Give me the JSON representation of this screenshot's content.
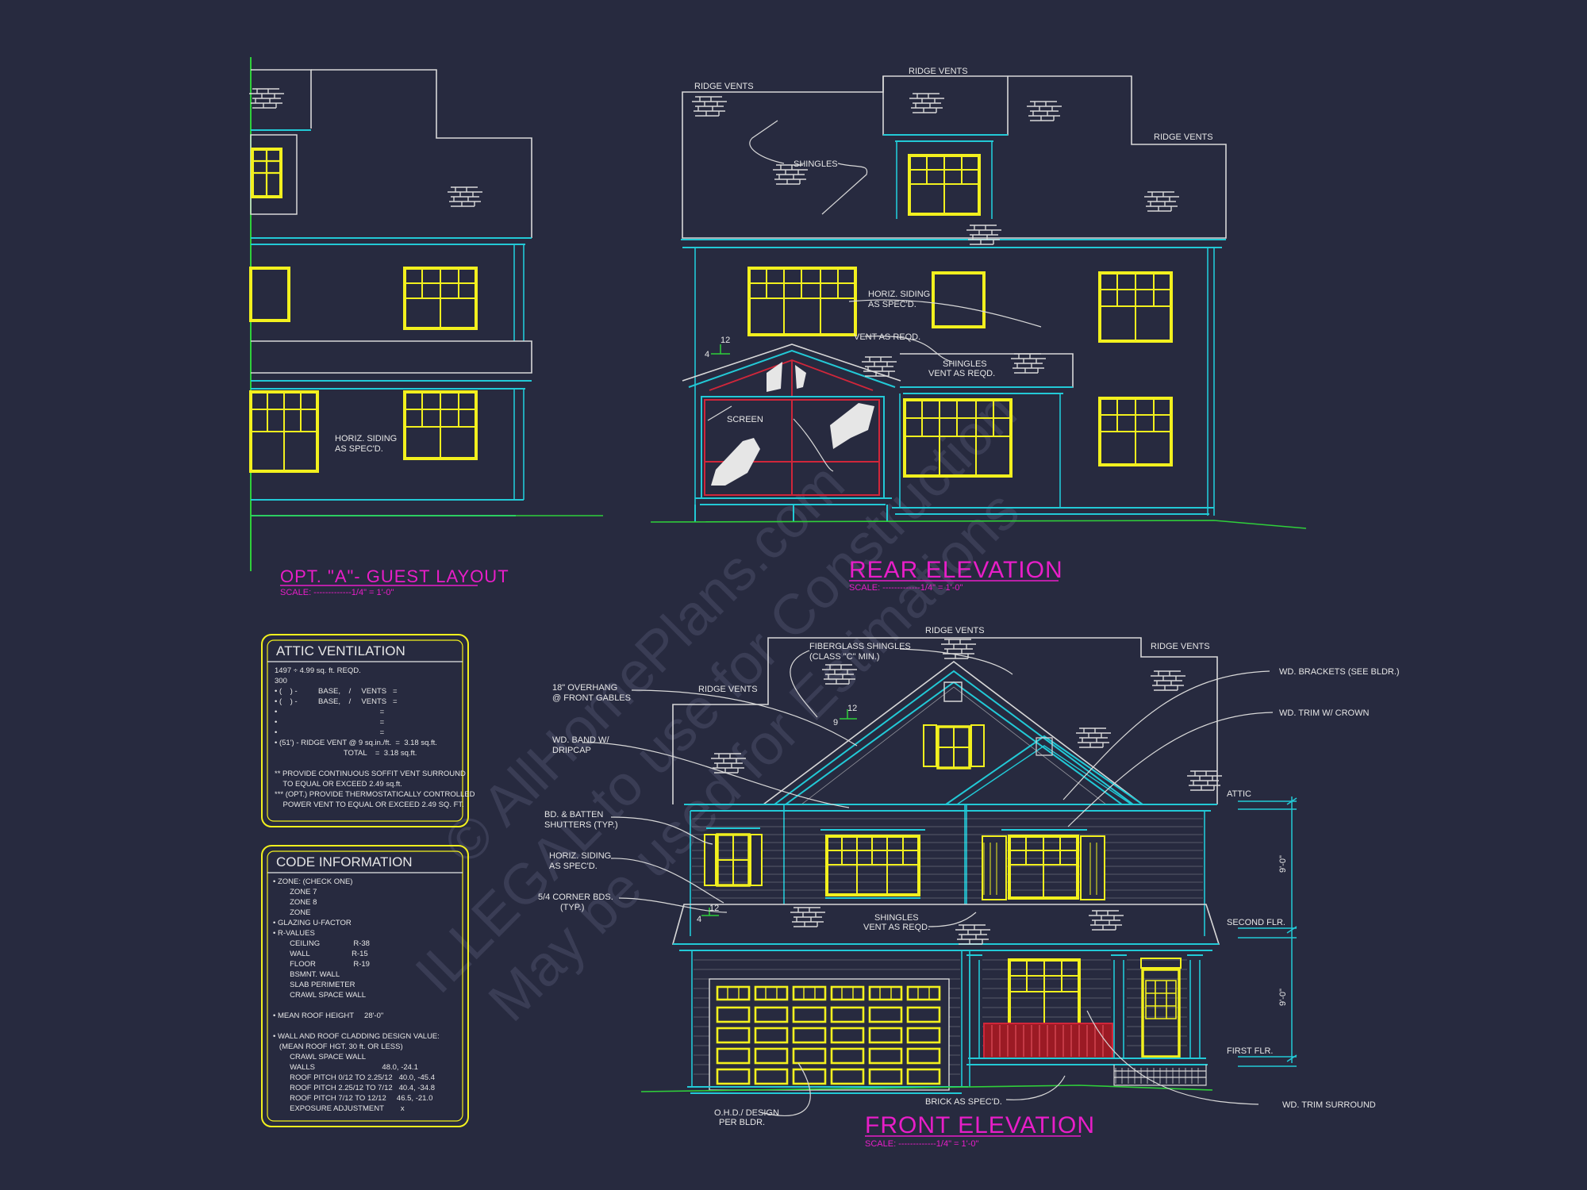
{
  "colors": {
    "background": "#272a3f",
    "outline": "#d8d8d8",
    "cyan": "#22c9d6",
    "window": "#f2f01e",
    "title": "#e81ec8",
    "screen": "#d0263a",
    "ground": "#2fcf3a",
    "watermark": "#3a3d55",
    "box_border": "#f2f01e"
  },
  "watermark": {
    "line1": "© AllHomePlans.com",
    "line2": "ILLEGAL to use for Construction",
    "line3": "May be used for Estimations"
  },
  "guest": {
    "title": "OPT. \"A\"- GUEST LAYOUT",
    "scale": "SCALE: -------------1/4\" = 1'-0\"",
    "notes": {
      "siding": [
        "HORIZ. SIDING",
        "AS SPEC'D."
      ]
    }
  },
  "rear": {
    "title": "REAR ELEVATION",
    "scale": "SCALE: -------------1/4\" = 1'-0\"",
    "notes": {
      "ridge1": "RIDGE VENTS",
      "ridge2": "RIDGE VENTS",
      "ridge3": "RIDGE VENTS",
      "shingles": "SHINGLES",
      "siding": [
        "HORIZ. SIDING",
        "AS SPEC'D."
      ],
      "vent": "VENT AS REQD.",
      "shingles_vent": [
        "SHINGLES",
        "VENT AS REQD."
      ],
      "screen": "SCREEN",
      "pitch_rise": "12",
      "pitch_run": "4"
    }
  },
  "front": {
    "title": "FRONT ELEVATION",
    "scale": "SCALE: -------------1/4\" = 1'-0\"",
    "notes": {
      "ridge_top": "RIDGE VENTS",
      "ridge_left": "RIDGE VENTS",
      "ridge_right": "RIDGE VENTS",
      "fiberglass": [
        "FIBERGLASS SHINGLES",
        "(CLASS \"C\" MIN.)"
      ],
      "overhang": [
        "18\" OVERHANG",
        "@ FRONT GABLES"
      ],
      "band": [
        "WD. BAND W/",
        "DRIPCAP"
      ],
      "shutters": [
        "BD. & BATTEN",
        "SHUTTERS (TYP.)"
      ],
      "siding": [
        "HORIZ. SIDING",
        "AS SPEC'D."
      ],
      "corner": [
        "5/4 CORNER BDS.",
        "(TYP.)"
      ],
      "shingles_vent": [
        "SHINGLES",
        "VENT AS REQD."
      ],
      "brackets": "WD. BRACKETS (SEE BLDR.)",
      "trim_crown": "WD. TRIM W/ CROWN",
      "brick": "BRICK AS SPEC'D.",
      "ohd": [
        "O.H.D./ DESIGN",
        "PER BLDR."
      ],
      "trim_surround": "WD. TRIM SURROUND",
      "pitch_rise": "12",
      "pitch_run": "9",
      "pitch_run_low": "4"
    },
    "levels": {
      "attic": "ATTIC",
      "second": "SECOND FLR.",
      "first": "FIRST FLR.",
      "dim_upper": "9'-0\"",
      "dim_lower": "9'-0\""
    }
  },
  "attic_ventilation": {
    "title": "ATTIC VENTILATION",
    "lines": [
      "1497 ÷ 4.99 sq. ft. REQD.",
      "300",
      "• (    ) -          BASE,    /     VENTS   =",
      "• (    ) -          BASE,    /     VENTS   =",
      "•                                                 =",
      "•                                                 =",
      "•                                                 =",
      "• (51') - RIDGE VENT @ 9 sq.in./ft.  =  3.18 sq.ft.",
      "                                 TOTAL    =  3.18 sq.ft.",
      "",
      "** PROVIDE CONTINUOUS SOFFIT VENT SURROUND",
      "    TO EQUAL OR EXCEED 2.49 sq.ft.",
      "*** (OPT.) PROVIDE THERMOSTATICALLY CONTROLLED",
      "    POWER VENT TO EQUAL OR EXCEED 2.49 SQ. FT."
    ]
  },
  "code_information": {
    "title": "CODE INFORMATION",
    "lines": [
      "• ZONE: (CHECK ONE)",
      "        ZONE 7",
      "        ZONE 8",
      "        ZONE",
      "• GLAZING U-FACTOR",
      "• R-VALUES",
      "        CEILING                R-38",
      "        WALL                    R-15",
      "        FLOOR                  R-19",
      "        BSMNT. WALL",
      "        SLAB PERIMETER",
      "        CRAWL SPACE WALL",
      "",
      "• MEAN ROOF HEIGHT     28'-0\"",
      "",
      "• WALL AND ROOF CLADDING DESIGN VALUE:",
      "   (MEAN ROOF HGT. 30 ft. OR LESS)",
      "        CRAWL SPACE WALL",
      "        WALLS                                48.0, -24.1",
      "        ROOF PITCH 0/12 TO 2.25/12   40.0, -45.4",
      "        ROOF PITCH 2.25/12 TO 7/12   40.4, -34.8",
      "        ROOF PITCH 7/12 TO 12/12     46.5, -21.0",
      "        EXPOSURE ADJUSTMENT        x"
    ]
  }
}
